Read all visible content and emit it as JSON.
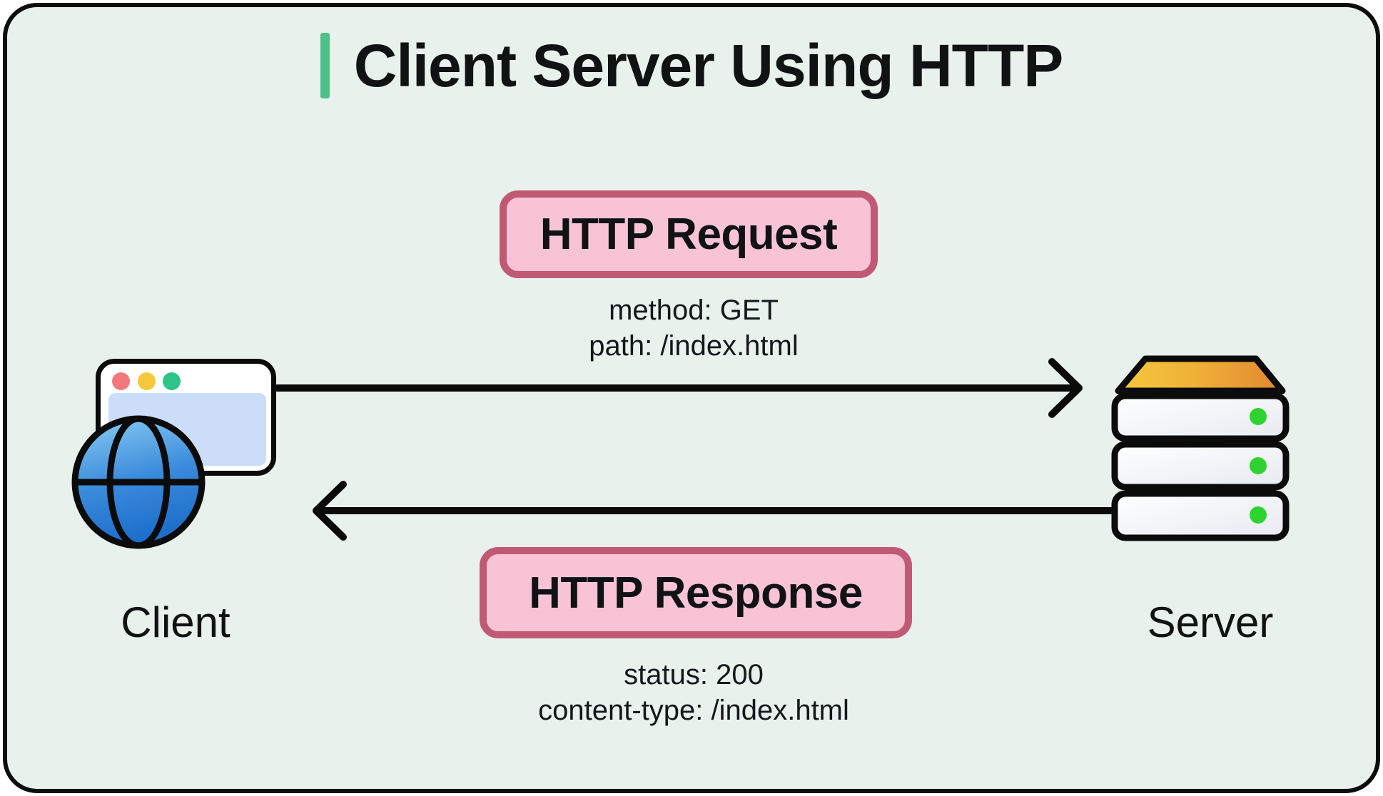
{
  "title": {
    "text": "Client Server Using HTTP",
    "accent_color": "#4ec08a"
  },
  "boxes": {
    "request": {
      "label": "HTTP Request",
      "details": [
        "method: GET",
        "path: /index.html"
      ]
    },
    "response": {
      "label": "HTTP Response",
      "details": [
        "status: 200",
        "content-type: /index.html"
      ]
    }
  },
  "nodes": {
    "client": {
      "label": "Client"
    },
    "server": {
      "label": "Server"
    }
  },
  "colors": {
    "canvas_background": "#e8f1ec",
    "frame_border": "#0d0d0d",
    "pill_fill": "#f9c3d6",
    "pill_border": "#c05a74",
    "accent_green": "#4ec08a",
    "browser_dot_red": "#f3787c",
    "browser_dot_yellow": "#f6c83b",
    "browser_dot_green": "#2ec487",
    "browser_content_blue": "#cbddf9",
    "globe_blue_top": "#8acdf2",
    "globe_blue_bottom": "#1e6fcb",
    "server_top_yellow": "#f6c83d",
    "server_top_orange": "#e0882f",
    "server_led_green": "#2fd32f"
  }
}
